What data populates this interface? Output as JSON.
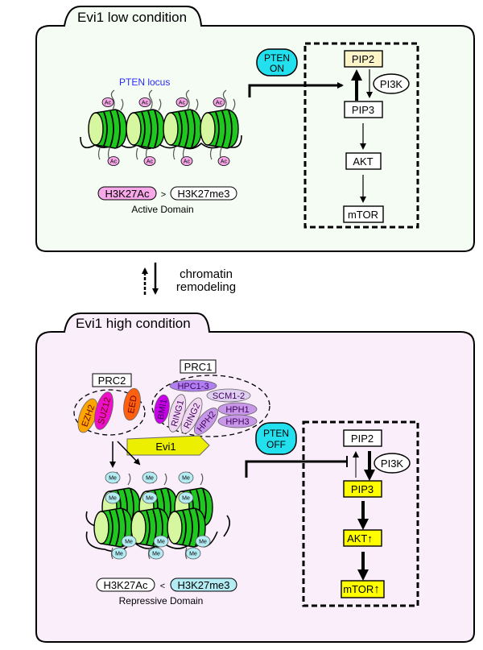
{
  "colors": {
    "low_panel_bg": "#f4fcf4",
    "high_panel_bg": "#fbeefb",
    "pten_badge": "#22e0ee",
    "ac_mark": "#f6a8e8",
    "me_mark": "#b4ecf4",
    "nucleosome_dark": "#1ec81e",
    "nucleosome_light": "#d6f6a0",
    "highlight_yellow": "#ffff00",
    "pip2_low": "#fdf5c8",
    "locus_label": "#2a2aff",
    "ezh2": "#ffa500",
    "suz12": "#ee10c8",
    "eed": "#ff6010",
    "bmi1": "#c800e8",
    "ring": "#f0d8f0",
    "hpc": "#b080f0",
    "scm": "#e0d0f0",
    "hph": "#c898e8",
    "evi1": "#ecf000"
  },
  "low": {
    "title": "Evi1 low condition",
    "locus_label": "PTEN locus",
    "mark_label": "Ac",
    "pten_badge": [
      "PTEN",
      "ON"
    ],
    "h3k27ac": "H3K27Ac",
    "comparator": ">",
    "h3k27me3": "H3K27me3",
    "domain": "Active Domain",
    "pathway": {
      "nodes": [
        "PIP2",
        "PIP3",
        "AKT",
        "mTOR"
      ],
      "pi3k": "PI3K"
    }
  },
  "transition": {
    "line1": "chromatin",
    "line2": "remodeling"
  },
  "high": {
    "title": "Evi1 high condition",
    "prc2": {
      "label": "PRC2",
      "subunits": [
        "EZH2",
        "SUZ12",
        "EED"
      ]
    },
    "prc1": {
      "label": "PRC1",
      "subunits": [
        "BMI1",
        "RING1",
        "RING2",
        "HPH2",
        "HPC1-3",
        "SCM1-2",
        "HPH1",
        "HPH3"
      ]
    },
    "evi1": "Evi1",
    "mark_label": "Me",
    "pten_badge": [
      "PTEN",
      "OFF"
    ],
    "h3k27ac": "H3K27Ac",
    "comparator": "<",
    "h3k27me3": "H3K27me3",
    "domain": "Repressive Domain",
    "pathway": {
      "nodes": [
        "PIP2",
        "PIP3",
        "AKT",
        "mTOR"
      ],
      "up_arrow": "↑",
      "pi3k": "PI3K"
    }
  }
}
